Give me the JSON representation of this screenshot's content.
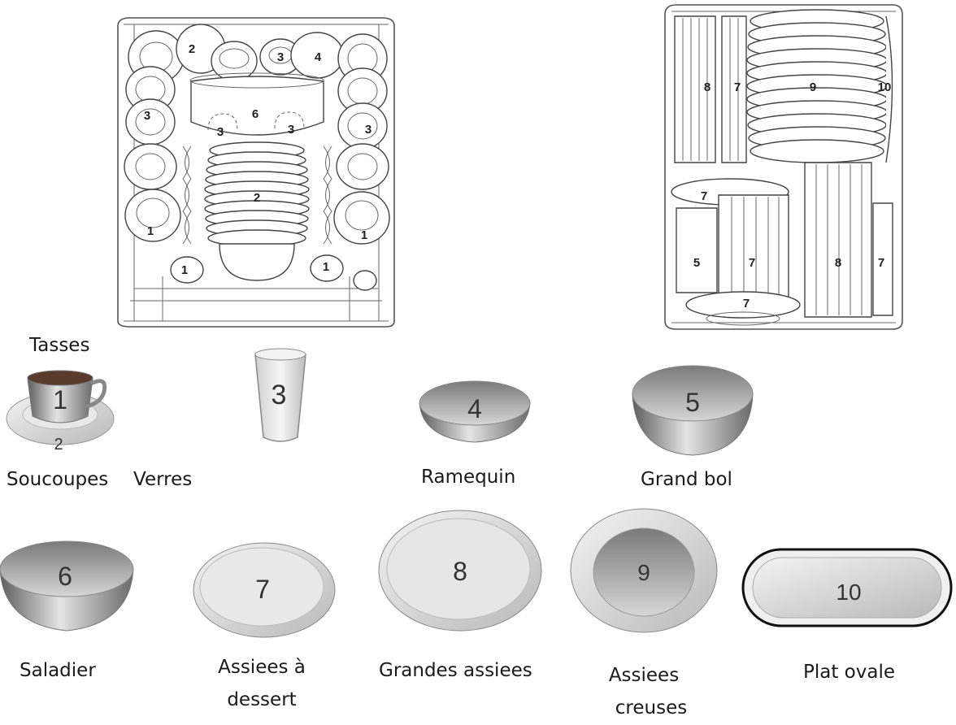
{
  "rack_left": {
    "labels": [
      "2",
      "3",
      "4",
      "3",
      "6",
      "3",
      "3",
      "3",
      "2",
      "1",
      "1",
      "1",
      "1"
    ]
  },
  "rack_right": {
    "labels": [
      "8",
      "7",
      "9",
      "10",
      "7",
      "5",
      "7",
      "8",
      "7",
      "7"
    ]
  },
  "items": {
    "cup": {
      "cup_number": "1",
      "saucer_number": "2",
      "label_top": "Tasses",
      "label_bottom": "Soucoupes"
    },
    "glass": {
      "number": "3",
      "label": "Verres"
    },
    "ramekin": {
      "number": "4",
      "label": "Ramequin"
    },
    "big_bowl": {
      "number": "5",
      "label": "Grand bol"
    },
    "salad_bowl": {
      "number": "6",
      "label": "Saladier"
    },
    "dessert_plate": {
      "number": "7",
      "label_line1": "Assiees à",
      "label_line2": "dessert"
    },
    "large_plate": {
      "number": "8",
      "label": "Grandes assiees"
    },
    "deep_plate": {
      "number": "9",
      "label_line1": "Assiees",
      "label_line2": "creuses"
    },
    "oval_dish": {
      "number": "10",
      "label": "Plat ovale"
    }
  }
}
